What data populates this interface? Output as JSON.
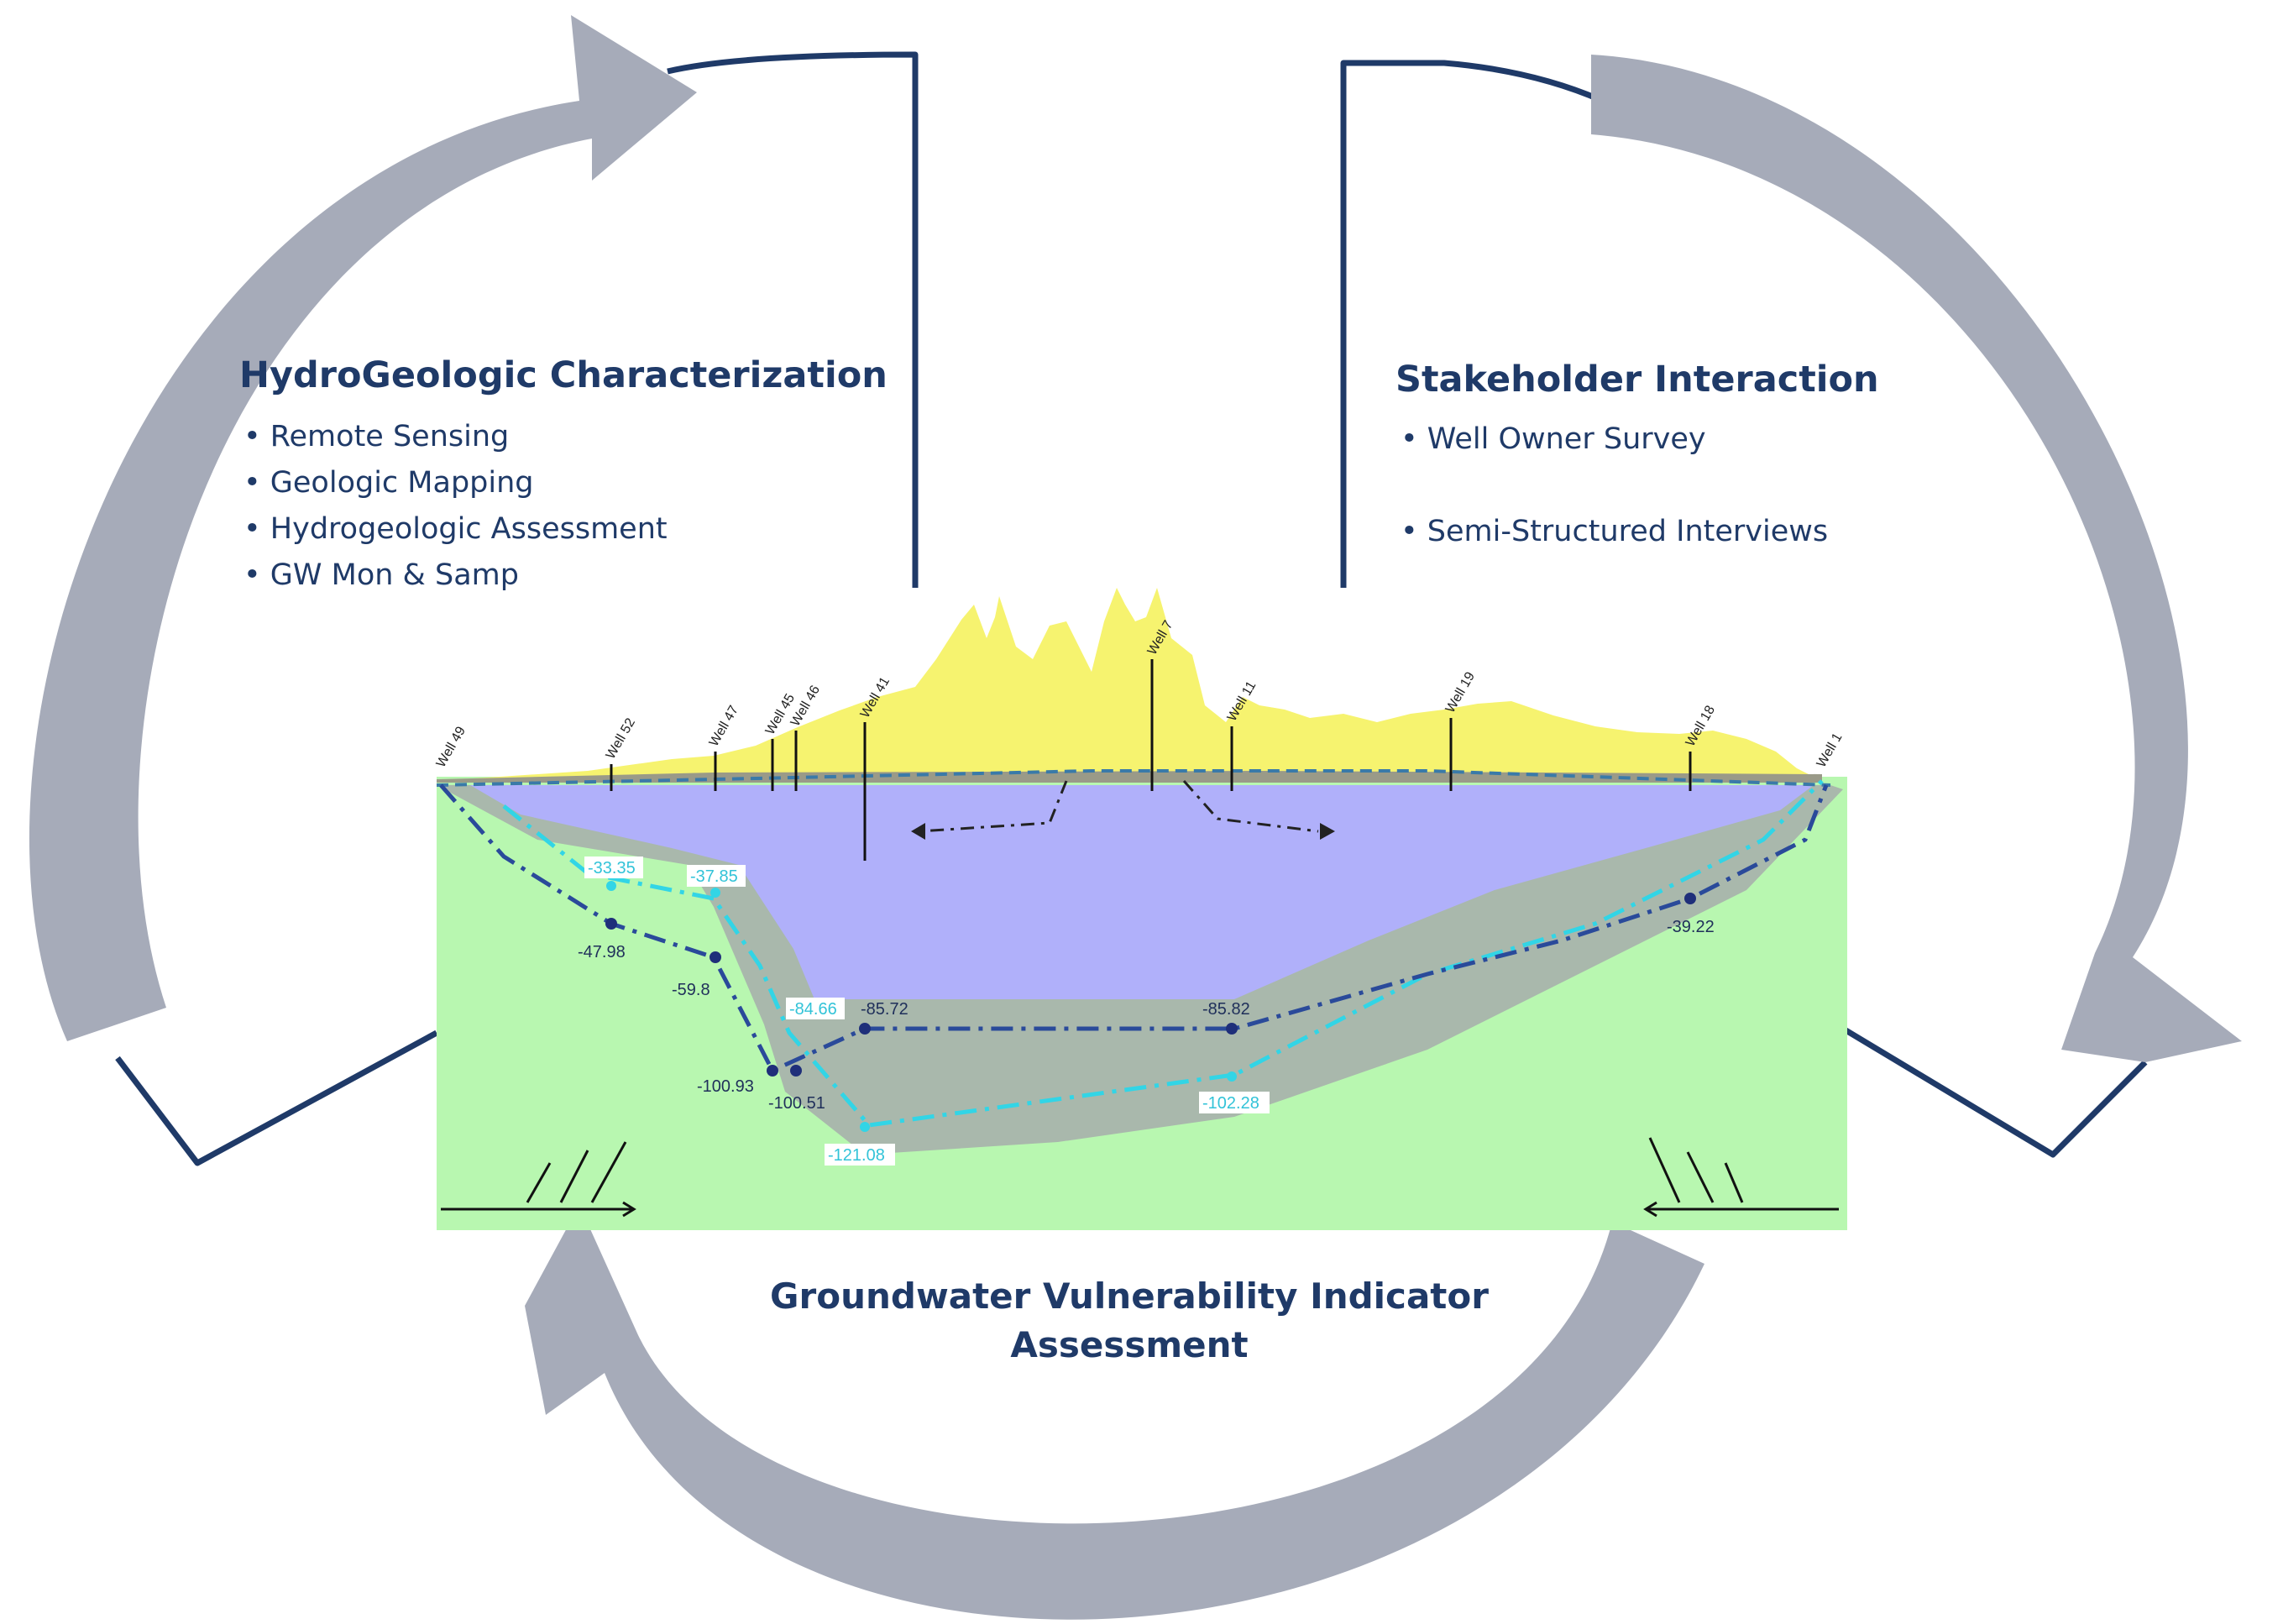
{
  "left_panel": {
    "heading": "HydroGeologic Characterization",
    "items": [
      "Remote Sensing",
      "Geologic Mapping",
      "Hydrogeologic Assessment",
      "GW Mon & Samp"
    ]
  },
  "right_panel": {
    "heading": "Stakeholder Interaction",
    "items": [
      "Well Owner Survey",
      "Semi-Structured Interviews"
    ]
  },
  "bottom_panel": {
    "heading_line1": "Groundwater Vulnerability Indicator",
    "heading_line2": "Assessment"
  },
  "cross_section": {
    "wells": [
      "Well 49",
      "Well 52",
      "Well 47",
      "Well 45",
      "Well 46",
      "Well 41",
      "Well 7",
      "Well 11",
      "Well 19",
      "Well 18",
      "Well 1"
    ],
    "dark_values": [
      "-47.98",
      "-59.8",
      "-100.93",
      "-100.51",
      "-85.72",
      "-85.82",
      "-39.22"
    ],
    "cyan_values": [
      "-33.35",
      "-37.85",
      "-84.66",
      "-121.08",
      "-102.28"
    ]
  },
  "colors": {
    "arrow": "#a6abb9",
    "bracket": "#1f3a68",
    "heading": "#1f3a68",
    "surface": "#f6f36f",
    "lake": "#b0b0fa",
    "aquifer": "#a9b8ac",
    "ground": "#b8f7b0",
    "cyan": "#32d5e6",
    "dark_line": "#2a4a9a"
  }
}
